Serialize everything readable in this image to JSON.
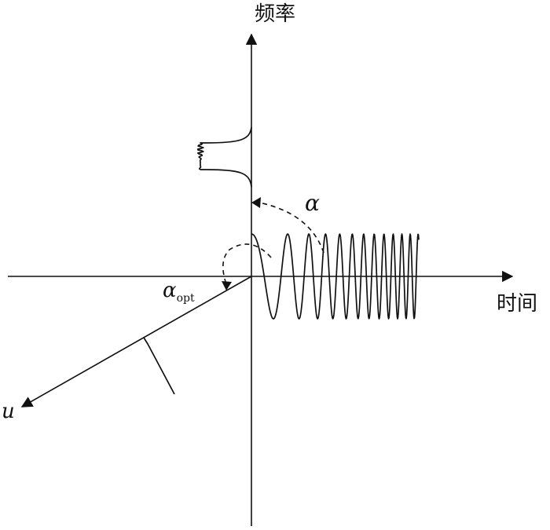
{
  "labels": {
    "frequency_axis": "频率",
    "time_axis": "时间",
    "alpha": "α",
    "alpha_opt_symbol": "α",
    "alpha_opt_sub": "opt",
    "u_axis": "u"
  },
  "colors": {
    "ink": "#111111",
    "background": "#ffffff"
  }
}
